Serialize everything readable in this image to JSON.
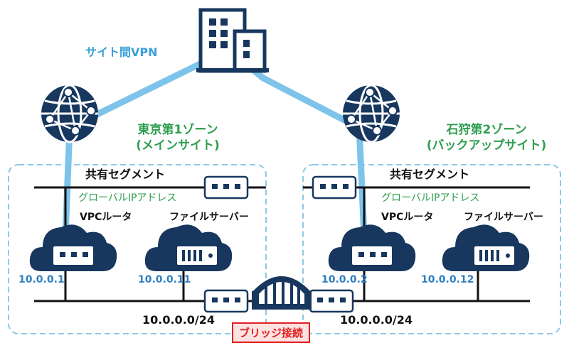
{
  "site_vpn": "サイト間VPN",
  "zone_left": {
    "line1": "東京第1ゾーン",
    "line2": "(メインサイト)"
  },
  "zone_right": {
    "line1": "石狩第2ゾーン",
    "line2": "(バックアップサイト)"
  },
  "segment_left": "共有セグメント",
  "segment_right": "共有セグメント",
  "global_ip_left": "グローバルIPアドレス",
  "global_ip_right": "グローバルIPアドレス",
  "vpc_router_left": "VPCルータ",
  "vpc_router_right": "VPCルータ",
  "file_server_left": "ファイルサーバー",
  "file_server_right": "ファイルサーバー",
  "ip_router_left": "10.0.0.1",
  "ip_server_left": "10.0.0.11",
  "ip_router_right": "10.0.0.2",
  "ip_server_right": "10.0.0.12",
  "net_left": "10.0.0.0/24",
  "net_right": "10.0.0.0/24",
  "bridge": "ブリッジ接続",
  "colors": {
    "icon_navy": "#17375e",
    "vpn_link": "#7ec3ea",
    "zone_border": "#8cc8e6",
    "zone_text": "#2e9e4f",
    "ip_text": "#2d7fc3",
    "bridge_red": "#e02020"
  }
}
